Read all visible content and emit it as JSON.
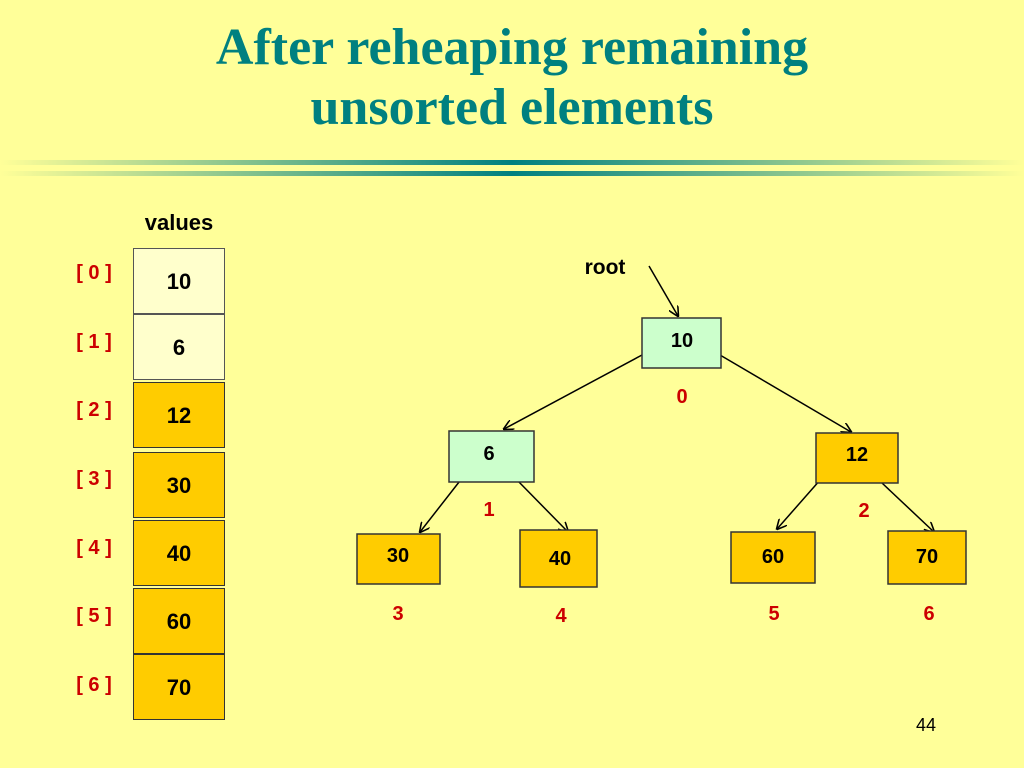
{
  "slide": {
    "title_line1": "After reheaping remaining",
    "title_line2": "unsorted elements",
    "page_number": "44"
  },
  "colors": {
    "background": "#FFFF99",
    "title": "#008080",
    "index_label": "#CC0000",
    "unsorted_cell": "#FFFFCC",
    "sorted_cell": "#FFCC00",
    "heap_node": "#CCFFCC",
    "sorted_node": "#FFCC00"
  },
  "array": {
    "header": "values",
    "indices": [
      "[ 0 ]",
      "[ 1 ]",
      "[ 2 ]",
      "[ 3 ]",
      "[ 4 ]",
      "[ 5 ]",
      "[ 6 ]"
    ],
    "values": [
      "10",
      "6",
      "12",
      "30",
      "40",
      "60",
      "70"
    ],
    "heap_size": 2
  },
  "tree": {
    "root_label": "root",
    "nodes": [
      {
        "index": "0",
        "value": "10"
      },
      {
        "index": "1",
        "value": "6"
      },
      {
        "index": "2",
        "value": "12"
      },
      {
        "index": "3",
        "value": "30"
      },
      {
        "index": "4",
        "value": "40"
      },
      {
        "index": "5",
        "value": "60"
      },
      {
        "index": "6",
        "value": "70"
      }
    ]
  }
}
